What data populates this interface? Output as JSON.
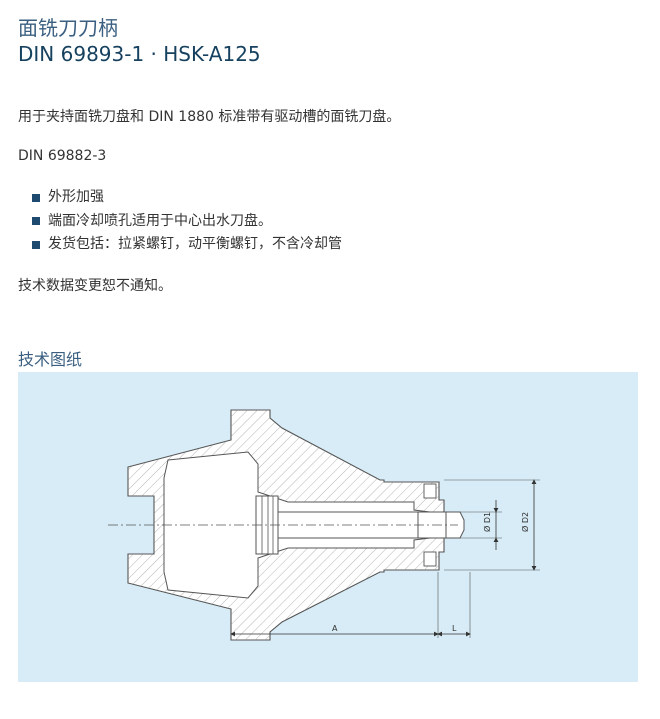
{
  "header": {
    "title_cn": "面铣刀刀柄",
    "title_en": "DIN 69893-1 · HSK-A125"
  },
  "description": {
    "intro": "用于夹持面铣刀盘和 DIN 1880 标准带有驱动槽的面铣刀盘。",
    "standard": "DIN 69882-3",
    "features": [
      "外形加强",
      "端面冷却喷孔适用于中心出水刀盘。",
      "发货包括：拉紧螺钉，动平衡螺钉，不含冷却管"
    ],
    "notice": "技术数据变更恕不通知。"
  },
  "drawing": {
    "heading": "技术图纸",
    "dimension_labels": {
      "d1": "Ø D1",
      "d2": "Ø D2",
      "a": "A",
      "l": "L"
    },
    "colors": {
      "panel_bg": "#d7ecf6",
      "part_fill": "#ffffff",
      "line": "#555555"
    }
  }
}
